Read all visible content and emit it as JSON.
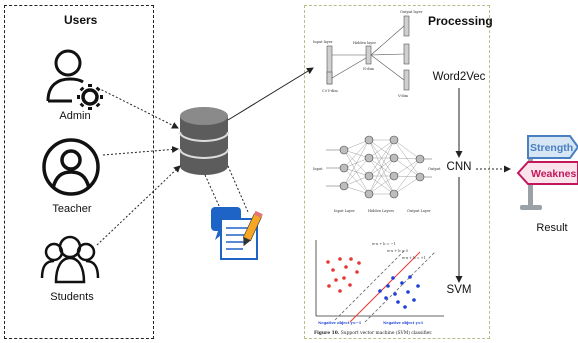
{
  "users_panel": {
    "title": "Users",
    "actors": [
      "Admin",
      "Teacher",
      "Students"
    ]
  },
  "processing_panel": {
    "title": "Processing",
    "steps": [
      "Word2Vec",
      "CNN",
      "SVM"
    ],
    "w2v_labels": [
      "Input layer",
      "Hidden layer",
      "Output layer",
      "C×V-dim",
      "N-dim",
      "V-dim"
    ],
    "cnn_labels": [
      "Input",
      "Input Layer",
      "Hidden Layers",
      "Output Layer",
      "Output"
    ],
    "svm_labels": [
      "Negative object y=−1",
      "Negative object y=1"
    ],
    "svm_equations": [
      "w·x + b = −1",
      "w·x + b = 0",
      "w·x + b = +1"
    ],
    "svm_caption_bold": "Figure 10.",
    "svm_caption_rest": "Support vector machine (SVM) classifier."
  },
  "result": {
    "label": "Result",
    "sign_top": "Strength",
    "sign_bottom": "Weaknes"
  },
  "colors": {
    "sign_blue": "#4a7fc1",
    "sign_pink": "#c2185b",
    "svm_red": "#e53935",
    "svm_blue": "#1e40d8"
  }
}
